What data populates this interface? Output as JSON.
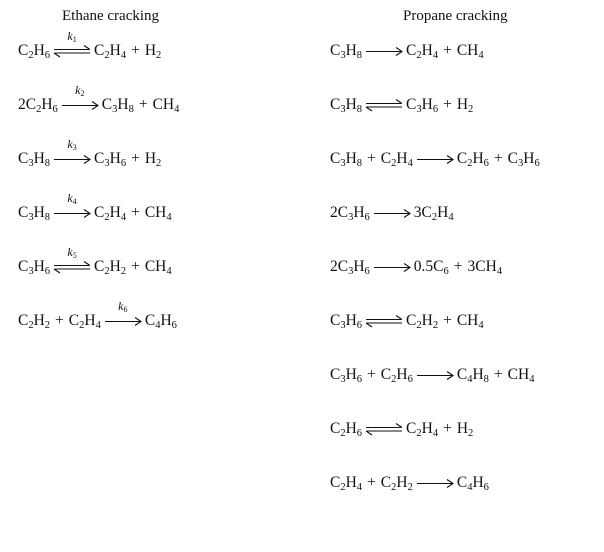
{
  "left": {
    "title": "Ethane cracking",
    "reactions": [
      {
        "reactants": [
          {
            "parts": [
              [
                "C",
                ""
              ],
              [
                "2",
                true
              ],
              [
                "H",
                ""
              ],
              [
                "6",
                true
              ]
            ]
          }
        ],
        "arrow": "equilibrium",
        "rate": [
          "k",
          "1"
        ],
        "products": [
          {
            "parts": [
              [
                "C",
                ""
              ],
              [
                "2",
                true
              ],
              [
                "H",
                ""
              ],
              [
                "4",
                true
              ]
            ]
          },
          {
            "parts": [
              [
                "H",
                ""
              ],
              [
                "2",
                true
              ]
            ]
          }
        ]
      },
      {
        "reactants": [
          {
            "parts": [
              [
                "2C",
                ""
              ],
              [
                "2",
                true
              ],
              [
                "H",
                ""
              ],
              [
                "6",
                true
              ]
            ]
          }
        ],
        "arrow": "forward",
        "rate": [
          "k",
          "2"
        ],
        "products": [
          {
            "parts": [
              [
                "C",
                ""
              ],
              [
                "3",
                true
              ],
              [
                "H",
                ""
              ],
              [
                "8",
                true
              ]
            ]
          },
          {
            "parts": [
              [
                "CH",
                ""
              ],
              [
                "4",
                true
              ]
            ]
          }
        ]
      },
      {
        "reactants": [
          {
            "parts": [
              [
                "C",
                ""
              ],
              [
                "3",
                true
              ],
              [
                "H",
                ""
              ],
              [
                "8",
                true
              ]
            ]
          }
        ],
        "arrow": "forward",
        "rate": [
          "k",
          "3"
        ],
        "products": [
          {
            "parts": [
              [
                "C",
                ""
              ],
              [
                "3",
                true
              ],
              [
                "H",
                ""
              ],
              [
                "6",
                true
              ]
            ]
          },
          {
            "parts": [
              [
                "H",
                ""
              ],
              [
                "2",
                true
              ]
            ]
          }
        ]
      },
      {
        "reactants": [
          {
            "parts": [
              [
                "C",
                ""
              ],
              [
                "3",
                true
              ],
              [
                "H",
                ""
              ],
              [
                "8",
                true
              ]
            ]
          }
        ],
        "arrow": "forward",
        "rate": [
          "k",
          "4"
        ],
        "products": [
          {
            "parts": [
              [
                "C",
                ""
              ],
              [
                "2",
                true
              ],
              [
                "H",
                ""
              ],
              [
                "4",
                true
              ]
            ]
          },
          {
            "parts": [
              [
                "CH",
                ""
              ],
              [
                "4",
                true
              ]
            ]
          }
        ]
      },
      {
        "reactants": [
          {
            "parts": [
              [
                "C",
                ""
              ],
              [
                "3",
                true
              ],
              [
                "H",
                ""
              ],
              [
                "6",
                true
              ]
            ]
          }
        ],
        "arrow": "equilibrium",
        "rate": [
          "k",
          "5"
        ],
        "products": [
          {
            "parts": [
              [
                "C",
                ""
              ],
              [
                "2",
                true
              ],
              [
                "H",
                ""
              ],
              [
                "2",
                true
              ]
            ]
          },
          {
            "parts": [
              [
                "CH",
                ""
              ],
              [
                "4",
                true
              ]
            ]
          }
        ]
      },
      {
        "reactants": [
          {
            "parts": [
              [
                "C",
                ""
              ],
              [
                "2",
                true
              ],
              [
                "H",
                ""
              ],
              [
                "2",
                true
              ]
            ]
          },
          {
            "parts": [
              [
                "C",
                ""
              ],
              [
                "2",
                true
              ],
              [
                "H",
                ""
              ],
              [
                "4",
                true
              ]
            ]
          }
        ],
        "arrow": "forward",
        "rate": [
          "k",
          "6"
        ],
        "products": [
          {
            "parts": [
              [
                "C",
                ""
              ],
              [
                "4",
                true
              ],
              [
                "H",
                ""
              ],
              [
                "6",
                true
              ]
            ]
          }
        ]
      }
    ]
  },
  "right": {
    "title": "Propane cracking",
    "reactions": [
      {
        "reactants": [
          {
            "parts": [
              [
                "C",
                ""
              ],
              [
                "3",
                true
              ],
              [
                "H",
                ""
              ],
              [
                "8",
                true
              ]
            ]
          }
        ],
        "arrow": "forward",
        "products": [
          {
            "parts": [
              [
                "C",
                ""
              ],
              [
                "2",
                true
              ],
              [
                "H",
                ""
              ],
              [
                "4",
                true
              ]
            ]
          },
          {
            "parts": [
              [
                "CH",
                ""
              ],
              [
                "4",
                true
              ]
            ]
          }
        ]
      },
      {
        "reactants": [
          {
            "parts": [
              [
                "C",
                ""
              ],
              [
                "3",
                true
              ],
              [
                "H",
                ""
              ],
              [
                "8",
                true
              ]
            ]
          }
        ],
        "arrow": "equilibrium",
        "products": [
          {
            "parts": [
              [
                "C",
                ""
              ],
              [
                "3",
                true
              ],
              [
                "H",
                ""
              ],
              [
                "6",
                true
              ]
            ]
          },
          {
            "parts": [
              [
                "H",
                ""
              ],
              [
                "2",
                true
              ]
            ]
          }
        ]
      },
      {
        "reactants": [
          {
            "parts": [
              [
                "C",
                ""
              ],
              [
                "3",
                true
              ],
              [
                "H",
                ""
              ],
              [
                "8",
                true
              ]
            ]
          },
          {
            "parts": [
              [
                "C",
                ""
              ],
              [
                "2",
                true
              ],
              [
                "H",
                ""
              ],
              [
                "4",
                true
              ]
            ]
          }
        ],
        "arrow": "forward",
        "products": [
          {
            "parts": [
              [
                "C",
                ""
              ],
              [
                "2",
                true
              ],
              [
                "H",
                ""
              ],
              [
                "6",
                true
              ]
            ]
          },
          {
            "parts": [
              [
                "C",
                ""
              ],
              [
                "3",
                true
              ],
              [
                "H",
                ""
              ],
              [
                "6",
                true
              ]
            ]
          }
        ]
      },
      {
        "reactants": [
          {
            "parts": [
              [
                "2C",
                ""
              ],
              [
                "3",
                true
              ],
              [
                "H",
                ""
              ],
              [
                "6",
                true
              ]
            ]
          }
        ],
        "arrow": "forward",
        "products": [
          {
            "parts": [
              [
                "3C",
                ""
              ],
              [
                "2",
                true
              ],
              [
                "H",
                ""
              ],
              [
                "4",
                true
              ]
            ]
          }
        ]
      },
      {
        "reactants": [
          {
            "parts": [
              [
                "2C",
                ""
              ],
              [
                "3",
                true
              ],
              [
                "H",
                ""
              ],
              [
                "6",
                true
              ]
            ]
          }
        ],
        "arrow": "forward",
        "products": [
          {
            "parts": [
              [
                "0.5C",
                ""
              ],
              [
                "6",
                true
              ]
            ]
          },
          {
            "parts": [
              [
                "3CH",
                ""
              ],
              [
                "4",
                true
              ]
            ]
          }
        ]
      },
      {
        "reactants": [
          {
            "parts": [
              [
                "C",
                ""
              ],
              [
                "3",
                true
              ],
              [
                "H",
                ""
              ],
              [
                "6",
                true
              ]
            ]
          }
        ],
        "arrow": "equilibrium",
        "products": [
          {
            "parts": [
              [
                "C",
                ""
              ],
              [
                "2",
                true
              ],
              [
                "H",
                ""
              ],
              [
                "2",
                true
              ]
            ]
          },
          {
            "parts": [
              [
                "CH",
                ""
              ],
              [
                "4",
                true
              ]
            ]
          }
        ]
      },
      {
        "reactants": [
          {
            "parts": [
              [
                "C",
                ""
              ],
              [
                "3",
                true
              ],
              [
                "H",
                ""
              ],
              [
                "6",
                true
              ]
            ]
          },
          {
            "parts": [
              [
                "C",
                ""
              ],
              [
                "2",
                true
              ],
              [
                "H",
                ""
              ],
              [
                "6",
                true
              ]
            ]
          }
        ],
        "arrow": "forward",
        "products": [
          {
            "parts": [
              [
                "C",
                ""
              ],
              [
                "4",
                true
              ],
              [
                "H",
                ""
              ],
              [
                "8",
                true
              ]
            ]
          },
          {
            "parts": [
              [
                "CH",
                ""
              ],
              [
                "4",
                true
              ]
            ]
          }
        ]
      },
      {
        "reactants": [
          {
            "parts": [
              [
                "C",
                ""
              ],
              [
                "2",
                true
              ],
              [
                "H",
                ""
              ],
              [
                "6",
                true
              ]
            ]
          }
        ],
        "arrow": "equilibrium",
        "products": [
          {
            "parts": [
              [
                "C",
                ""
              ],
              [
                "2",
                true
              ],
              [
                "H",
                ""
              ],
              [
                "4",
                true
              ]
            ]
          },
          {
            "parts": [
              [
                "H",
                ""
              ],
              [
                "2",
                true
              ]
            ]
          }
        ]
      },
      {
        "reactants": [
          {
            "parts": [
              [
                "C",
                ""
              ],
              [
                "2",
                true
              ],
              [
                "H",
                ""
              ],
              [
                "4",
                true
              ]
            ]
          },
          {
            "parts": [
              [
                "C",
                ""
              ],
              [
                "2",
                true
              ],
              [
                "H",
                ""
              ],
              [
                "2",
                true
              ]
            ]
          }
        ],
        "arrow": "forward",
        "products": [
          {
            "parts": [
              [
                "C",
                ""
              ],
              [
                "4",
                true
              ],
              [
                "H",
                ""
              ],
              [
                "6",
                true
              ]
            ]
          }
        ]
      }
    ],
    "plus": "+"
  }
}
